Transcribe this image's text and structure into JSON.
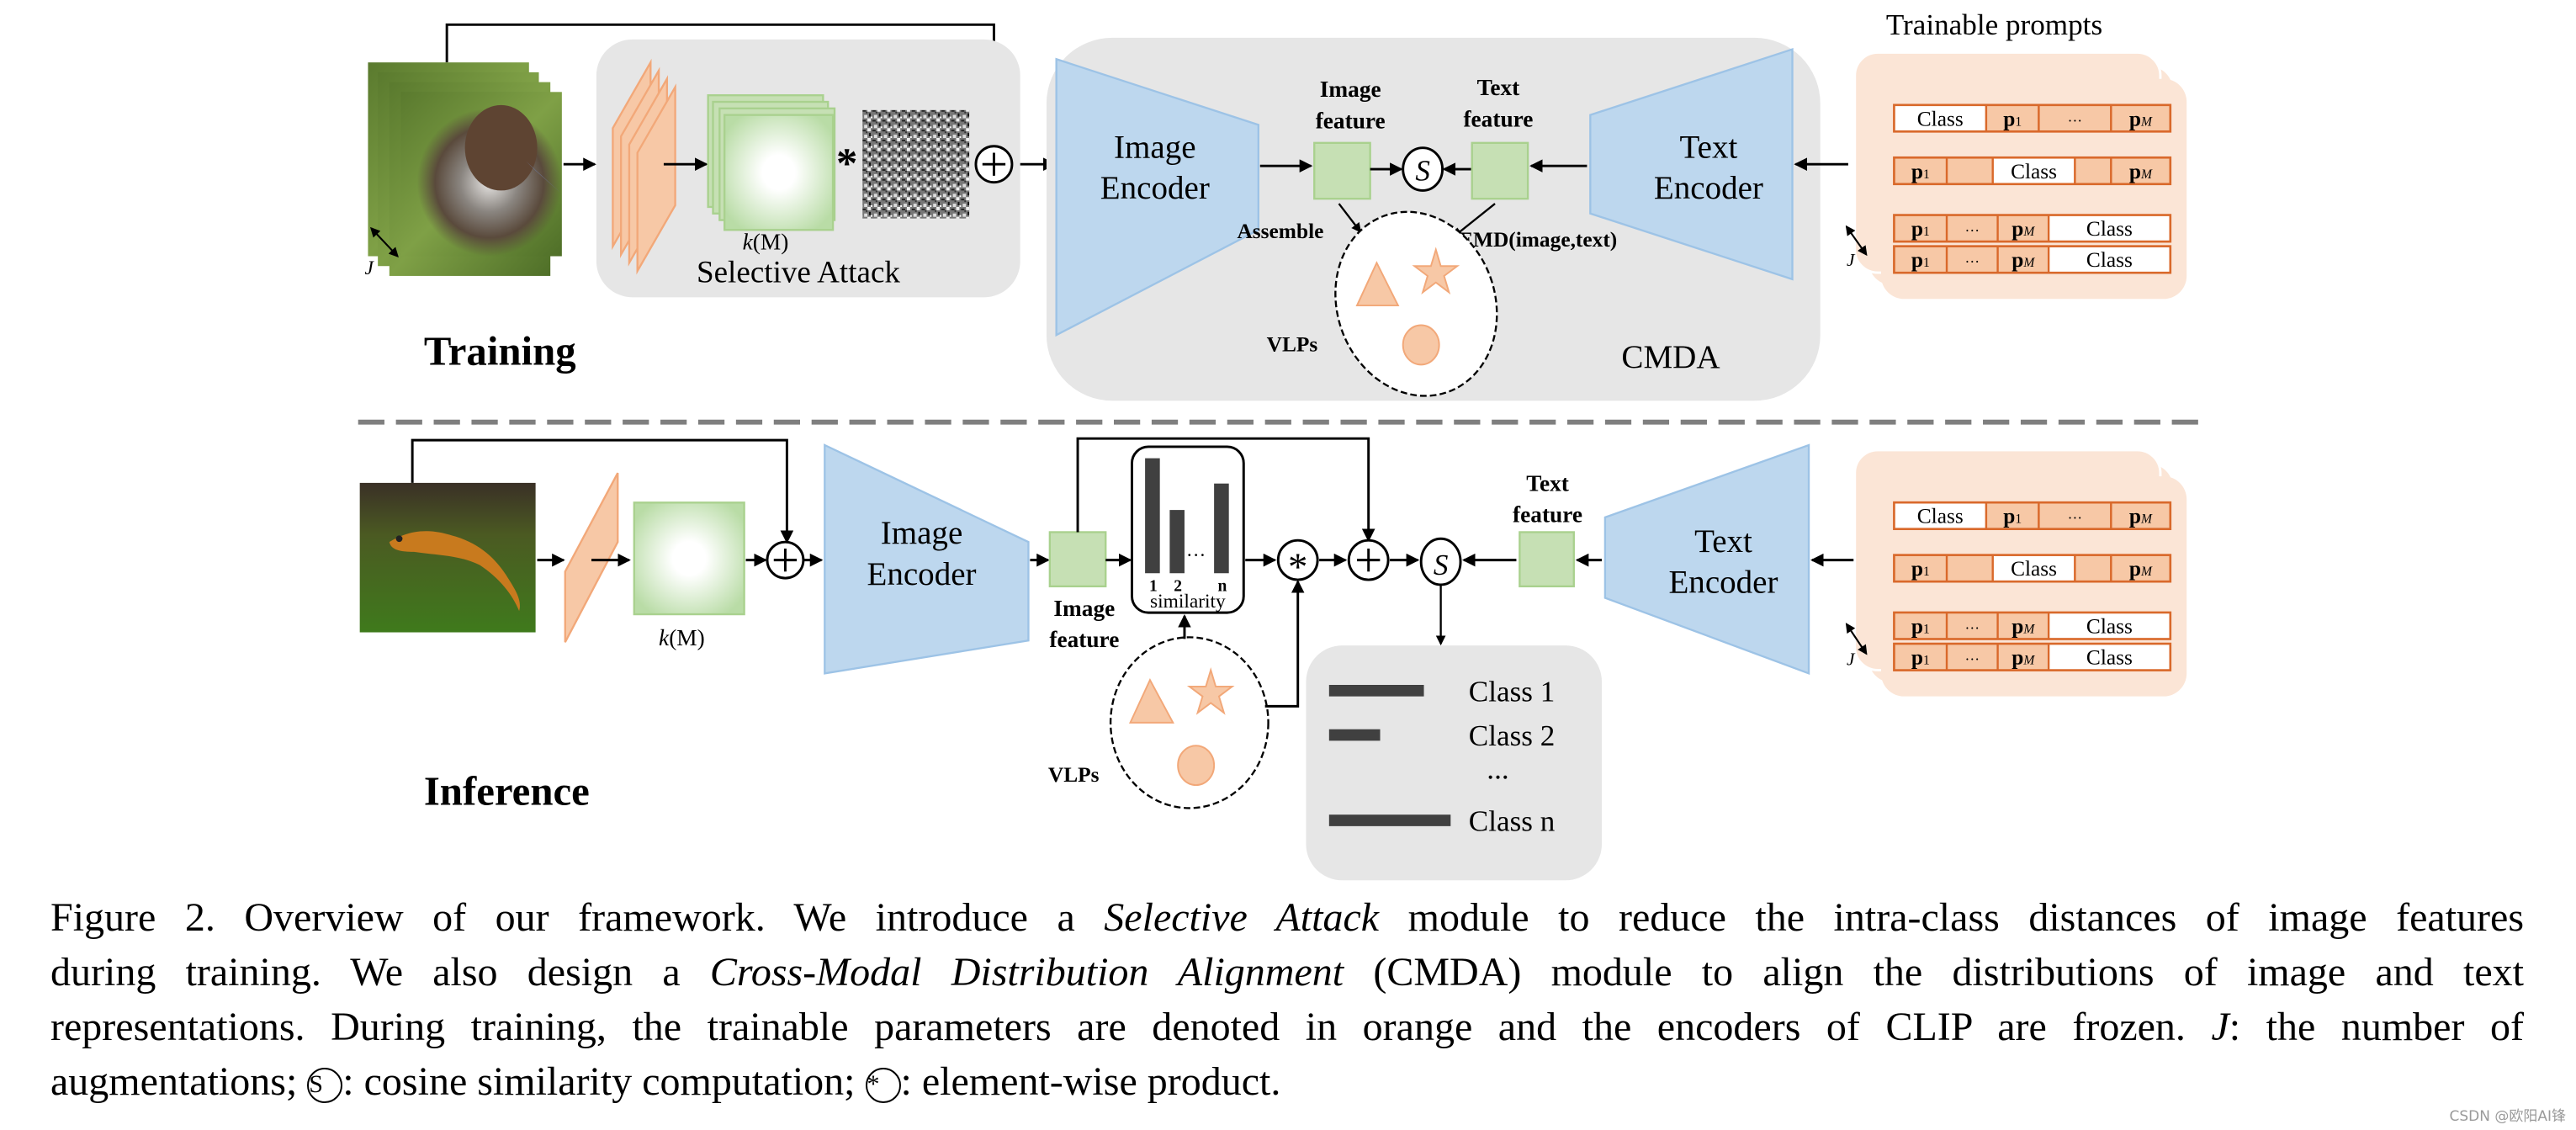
{
  "training": {
    "section_label": "Training",
    "selective_attack_label": "Selective Attack",
    "mask_label_k": "k",
    "mask_label_M": "(M)",
    "star_op": "*",
    "plus_op": "+",
    "J_label": "J",
    "image_encoder": [
      "Image",
      "Encoder"
    ],
    "text_encoder": [
      "Text",
      "Encoder"
    ],
    "image_feature": [
      "Image",
      "feature"
    ],
    "text_feature": [
      "Text",
      "feature"
    ],
    "cos_op": "S",
    "assemble_label": "Assemble",
    "emd_label": "EMD(image,text)",
    "vlps_label": "VLPs",
    "cmda_label": "CMDA",
    "trainable_prompts_title": "Trainable prompts"
  },
  "prompts": {
    "rows": [
      [
        "Class",
        "p1",
        "···",
        "pM"
      ],
      [
        "p1",
        "",
        "Class",
        "",
        "pM"
      ],
      [
        "p1",
        "···",
        "pM",
        "Class"
      ],
      [
        "p1",
        "···",
        "pM",
        "Class"
      ]
    ]
  },
  "inference": {
    "section_label": "Inference",
    "mask_label_k": "k",
    "mask_label_M": "(M)",
    "image_encoder": [
      "Image",
      "Encoder"
    ],
    "text_encoder": [
      "Text",
      "Encoder"
    ],
    "image_feature": [
      "Image",
      "feature"
    ],
    "text_feature": [
      "Text",
      "feature"
    ],
    "similarity_label": "similarity",
    "bar_labels": [
      "1",
      "2",
      "n"
    ],
    "bar_values": [
      1.0,
      0.55,
      0.78
    ],
    "ellipsis": "···",
    "mul_op": "*",
    "plus_op": "+",
    "cos_op": "S",
    "vlps_label": "VLPs",
    "J_label": "J",
    "results": [
      {
        "label": "Class 1",
        "score": 0.78
      },
      {
        "label": "Class 2",
        "score": 0.42
      },
      {
        "label": "...",
        "score": null
      },
      {
        "label": "Class n",
        "score": 1.0
      }
    ]
  },
  "caption": {
    "lines": [
      [
        {
          "t": "Figure 2.  Overview of our framework.  We introduce a "
        },
        {
          "t": "Selective Attack",
          "i": true
        },
        {
          "t": " module to reduce the intra-class distances of image features"
        }
      ],
      [
        {
          "t": "during training.  We also design a "
        },
        {
          "t": "Cross-Modal Distribution Alignment",
          "i": true
        },
        {
          "t": " (CMDA) module to align the distributions of image and text"
        }
      ],
      [
        {
          "t": "representations. During training, the trainable parameters are denoted in orange and the encoders of CLIP are frozen.  "
        },
        {
          "t": "J",
          "i": true
        },
        {
          "t": ": the number of"
        }
      ],
      [
        {
          "t": "augmentations; "
        },
        {
          "t": "S",
          "c": true
        },
        {
          "t": ": cosine similarity computation; "
        },
        {
          "t": "*",
          "c": true
        },
        {
          "t": ": element-wise product."
        }
      ]
    ]
  },
  "watermark": "CSDN @欧阳AI锋",
  "colors": {
    "orange_fill": "#f7c8a6",
    "orange_stroke": "#f2a879",
    "prompt_border": "#d9692b",
    "green_fill": "#c6e0b4",
    "green_stroke": "#a9d18e",
    "blue_fill": "#bdd7ee",
    "blue_stroke": "#9dc3e6",
    "panel_gray": "#e6e6e6",
    "bar_dark": "#404040"
  }
}
